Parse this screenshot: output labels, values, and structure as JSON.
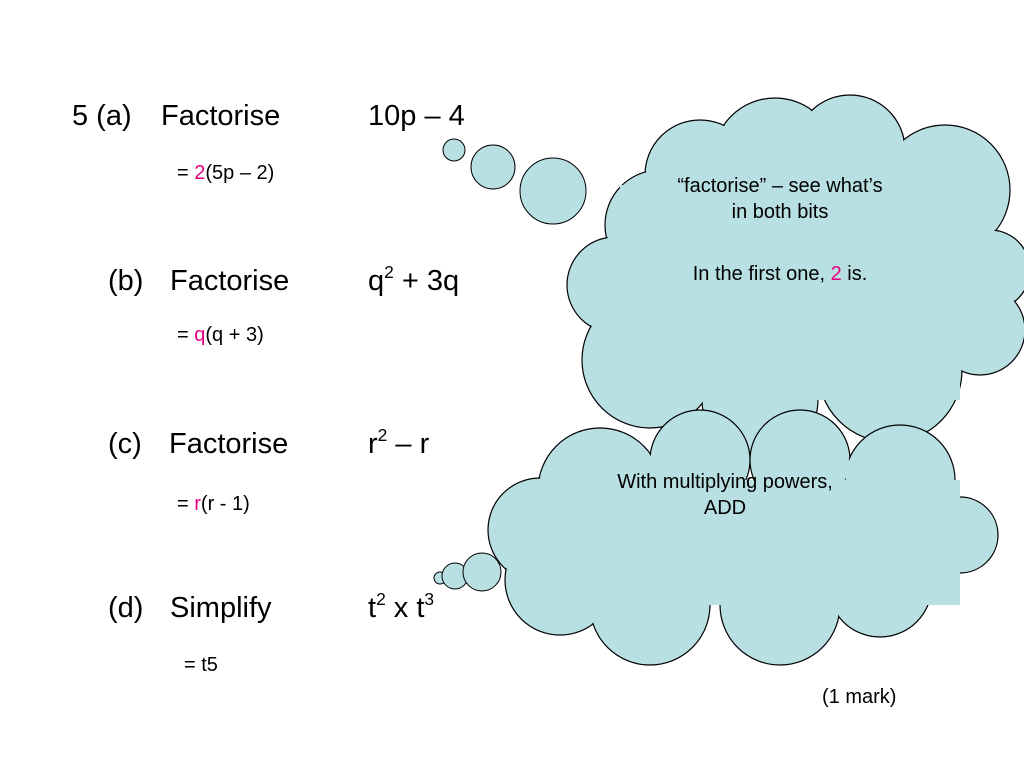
{
  "questions": [
    {
      "number": "5 (a)",
      "verb": "Factorise",
      "expr_base": "10p – 4",
      "eq": "=",
      "ans_factor": "2",
      "ans_rest": "(5p – 2)"
    },
    {
      "number": "(b)",
      "verb": "Factorise",
      "expr_a": "q",
      "expr_a_sup": "2",
      "expr_b": " + 3q",
      "eq": "=",
      "ans_factor": "q",
      "ans_rest": "(q + 3)"
    },
    {
      "number": "(c)",
      "verb": "Factorise",
      "expr_a": "r",
      "expr_a_sup": "2",
      "expr_b": " – r",
      "eq": "=",
      "ans_factor": "r",
      "ans_rest": "(r - 1)"
    },
    {
      "number": "(d)",
      "verb": "Simplify",
      "expr_a": "t",
      "expr_a_sup": "2",
      "expr_b": " x t",
      "expr_b_sup": "3",
      "answer": "= t5"
    }
  ],
  "cloud1": {
    "line1": "“factorise” – see what’s",
    "line2": "in both bits",
    "line3_pre": "In the first one, ",
    "line3_hl": "2",
    "line3_post": " is."
  },
  "cloud2": {
    "line1": "With multiplying powers,",
    "line2": "ADD"
  },
  "mark": "(1 mark)",
  "colors": {
    "cloud_fill": "#b8dfe1",
    "highlight": "#e6007e"
  }
}
